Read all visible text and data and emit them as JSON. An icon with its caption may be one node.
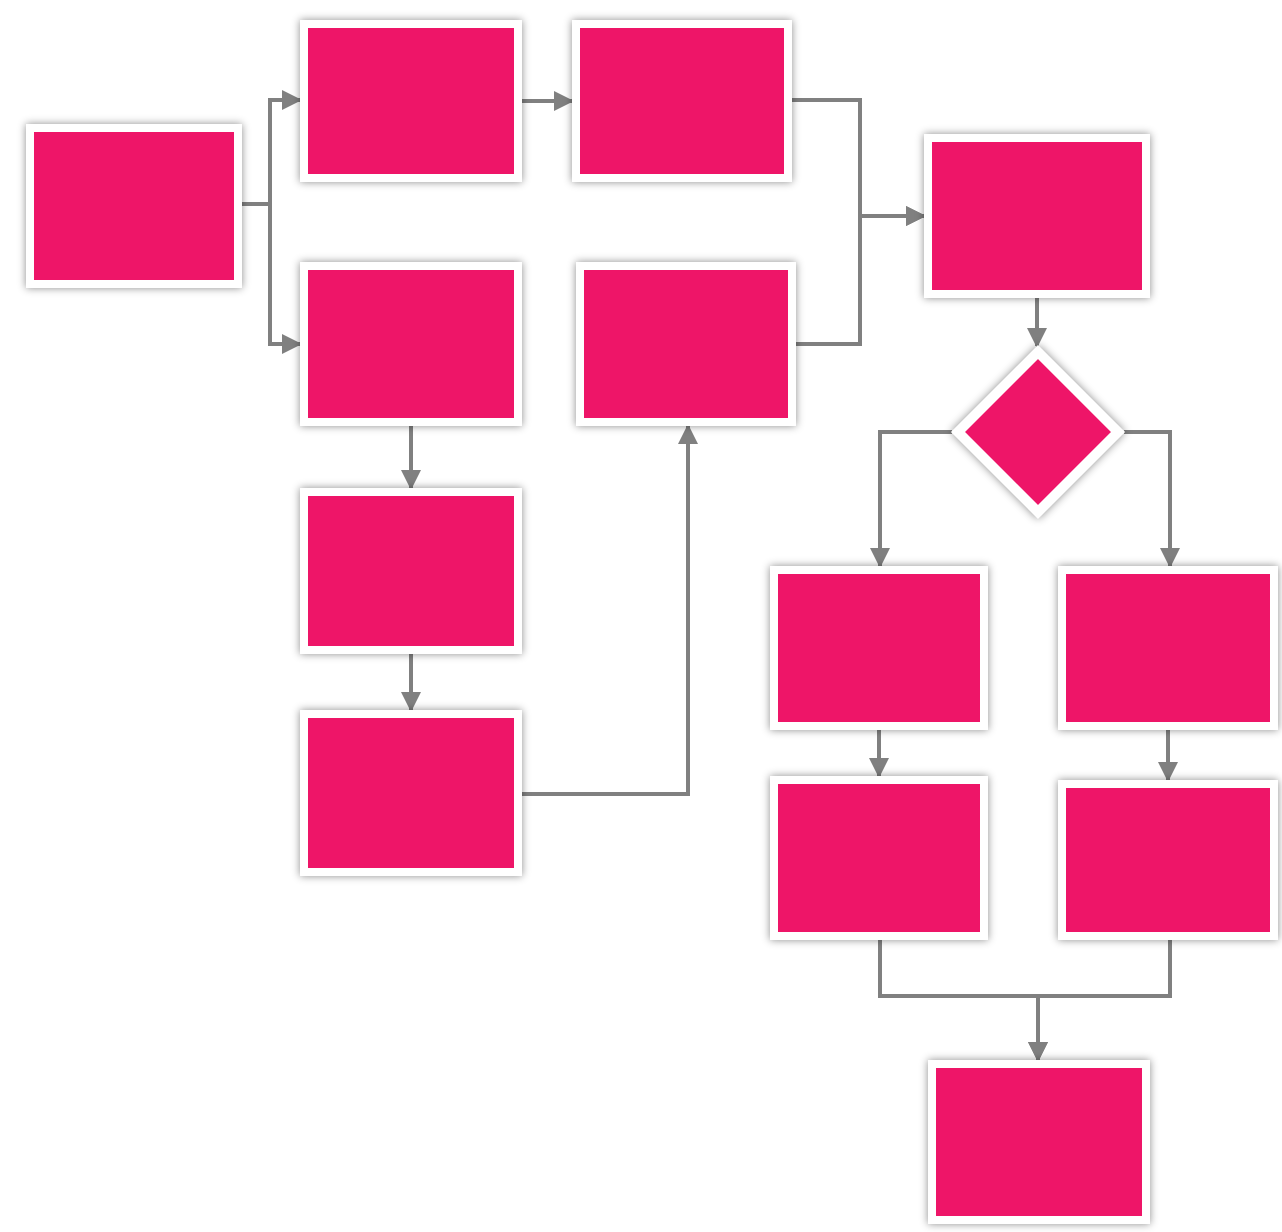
{
  "diagram": {
    "nodes": [
      {
        "text": [],
        "shape": "box"
      },
      {
        "text": [],
        "shape": "box"
      },
      {
        "text": [],
        "shape": "box"
      },
      {
        "text": [],
        "shape": "box"
      },
      {
        "text": [],
        "shape": "box"
      },
      {
        "text": [],
        "shape": "box"
      },
      {
        "text": [],
        "shape": "diamond"
      },
      {
        "text": [],
        "shape": "box"
      },
      {
        "text": [],
        "shape": "box"
      },
      {
        "text": [],
        "shape": "box"
      },
      {
        "text": [],
        "shape": "box"
      },
      {
        "text": [],
        "shape": "box"
      },
      {
        "text": [],
        "shape": "box"
      },
      {
        "text": [],
        "shape": "box"
      }
    ],
    "edges": [
      {
        "from": 0,
        "to": 1,
        "arrow": "to"
      },
      {
        "from": 0,
        "to": 3,
        "arrow": "to"
      },
      {
        "from": 1,
        "to": 2,
        "arrow": "to"
      },
      {
        "from": 2,
        "to": 5,
        "arrow": "to"
      },
      {
        "from": 4,
        "to": 5,
        "arrow": "to"
      },
      {
        "from": 5,
        "to": 6,
        "arrow": "to"
      },
      {
        "from": 3,
        "to": 7,
        "arrow": "to"
      },
      {
        "from": 7,
        "to": 10,
        "arrow": "to"
      },
      {
        "from": 10,
        "to": 4,
        "arrow": "to"
      },
      {
        "from": 6,
        "to": 8,
        "arrow": "to"
      },
      {
        "from": 6,
        "to": 9,
        "arrow": "to"
      },
      {
        "from": 8,
        "to": 11,
        "arrow": "to"
      },
      {
        "from": 9,
        "to": 12,
        "arrow": "to"
      },
      {
        "from": 11,
        "to": 13,
        "arrow": "to"
      },
      {
        "from": 12,
        "to": 13,
        "arrow": "to"
      }
    ]
  }
}
